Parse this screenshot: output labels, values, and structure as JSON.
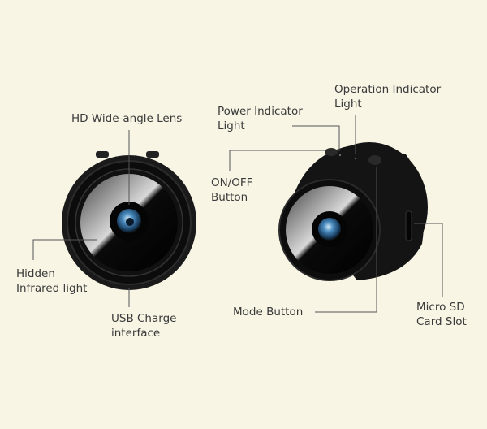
{
  "labels": {
    "hd_lens": "HD Wide-angle Lens",
    "infrared": [
      "Hidden",
      "Infrared light"
    ],
    "usb": [
      "USB Charge",
      "interface"
    ],
    "power_indicator": [
      "Power Indicator",
      "Light"
    ],
    "operation_indicator": [
      "Operation Indicator",
      "Light"
    ],
    "on_off": [
      "ON/OFF",
      "Button"
    ],
    "mode_button": "Mode Button",
    "micro_sd": [
      "Micro SD",
      "Card Slot"
    ]
  },
  "colors": {
    "background": "#f8f5e5",
    "leader_line": "#555555",
    "camera_body": "#111111",
    "lens_blue": "#3d7fb0"
  }
}
